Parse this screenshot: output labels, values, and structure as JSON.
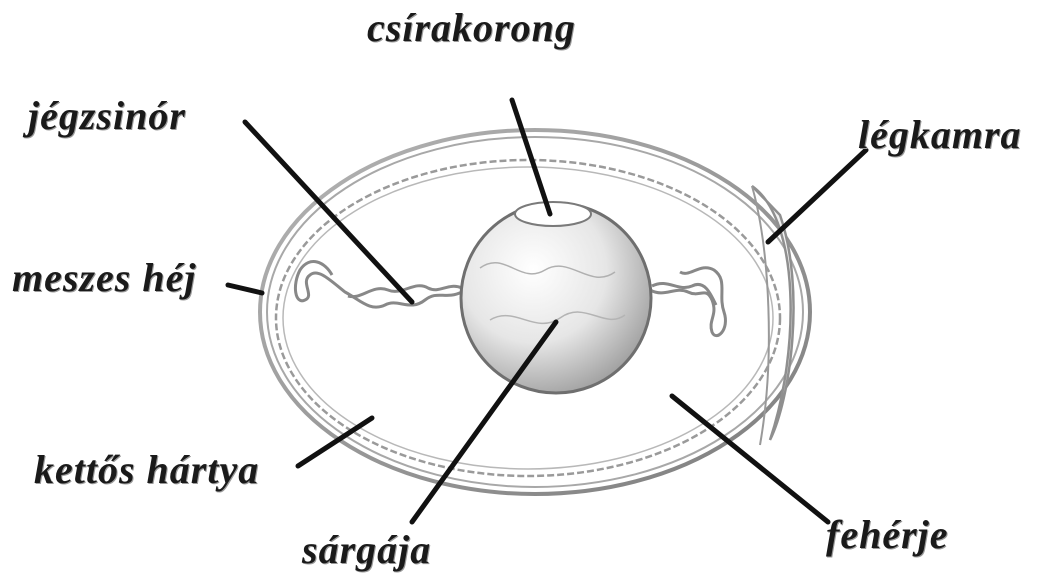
{
  "labels": {
    "csirakorong": "csírakorong",
    "jegzsinor": "jégzsinór",
    "legkamra": "légkamra",
    "meszes_hej": "meszes héj",
    "kettos_hartya": "kettős hártya",
    "sargaja": "sárgája",
    "feherje": "fehérje"
  },
  "colors": {
    "text": "#1a1a1a",
    "pointer": "#111111",
    "outline": "#8a8a8a",
    "yolk": "#d9d9d9",
    "background": "#ffffff"
  }
}
